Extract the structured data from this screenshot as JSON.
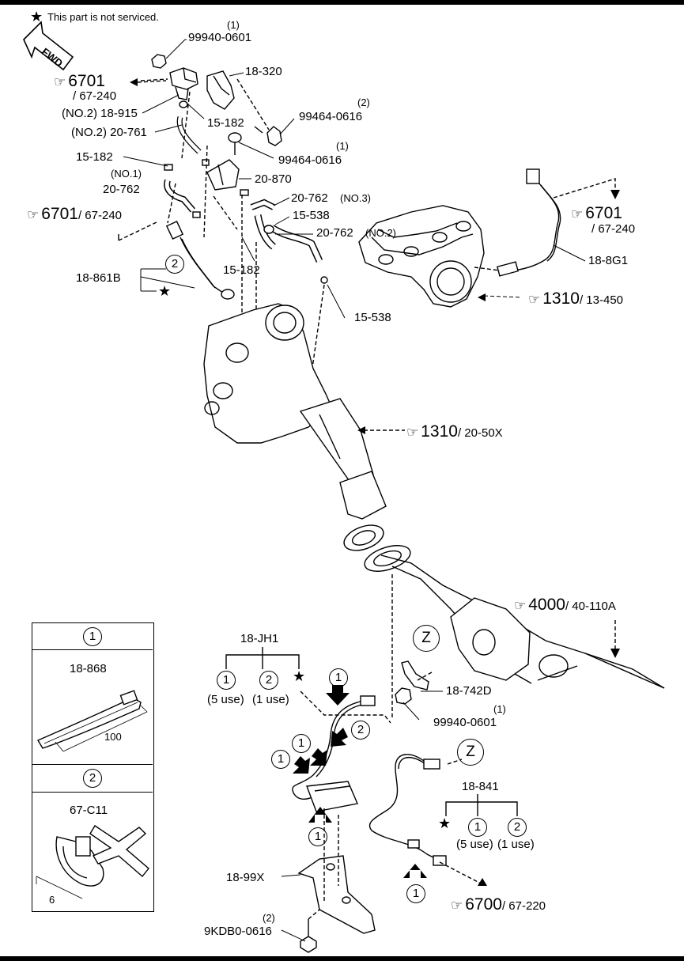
{
  "note": "This part is not serviced.",
  "fwd": "FWD",
  "refs": {
    "r1": {
      "num": "6701",
      "sub": "/ 67-240"
    },
    "r2": {
      "num": "6701",
      "sub": "/ 67-240"
    },
    "r3": {
      "num": "6701",
      "sub": "/ 67-240"
    },
    "r4": {
      "num": "1310",
      "sub": "/ 13-450"
    },
    "r5": {
      "num": "1310",
      "sub": "/ 20-50X"
    },
    "r6": {
      "num": "4000",
      "sub": "/ 40-110A"
    },
    "r7": {
      "num": "6700",
      "sub": "/ 67-220"
    }
  },
  "labels": {
    "p99940a": "99940-0601",
    "p99940a_q": "(1)",
    "p18320": "18-320",
    "p18915": "(NO.2) 18-915",
    "p15182a": "15-182",
    "p99464a": "99464-0616",
    "p99464a_q": "(2)",
    "p20761": "(NO.2) 20-761",
    "p99464b": "99464-0616",
    "p99464b_q": "(1)",
    "p15182b": "15-182",
    "p20870": "20-870",
    "p20762no1_tag": "(NO.1)",
    "p20762no1": "20-762",
    "p20762no3": "20-762",
    "p20762no3_tag": "(NO.3)",
    "p15538a": "15-538",
    "p20762no2": "20-762",
    "p20762no2_tag": "(NO.2)",
    "p18861b": "18-861B",
    "p15182c": "15-182",
    "p15538b": "15-538",
    "p188g1": "18-8G1",
    "p18jh1": "18-JH1",
    "use5a": "(5 use)",
    "use1a": "(1 use)",
    "p18742d": "18-742D",
    "p99940b": "99940-0601",
    "p99940b_q": "(1)",
    "p18841": "18-841",
    "use5b": "(5 use)",
    "use1b": "(1 use)",
    "p1899x": "18-99X",
    "p9kdb0": "9KDB0-0616",
    "p9kdb0_q": "(2)"
  },
  "legend": {
    "c1": "1",
    "c1_part": "18-868",
    "c1_dim": "100",
    "c2": "2",
    "c2_part": "67-C11",
    "c2_dim": "6"
  },
  "circles": {
    "one": "1",
    "two": "2",
    "z": "Z"
  },
  "icons": {
    "star": "★",
    "hand": "☞"
  }
}
